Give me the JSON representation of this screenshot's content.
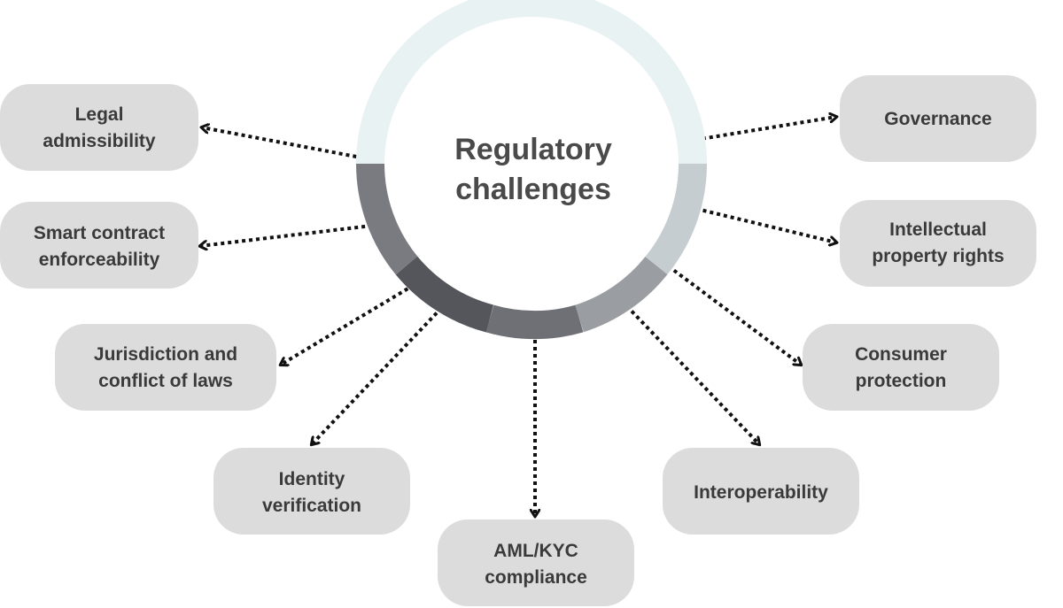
{
  "center": {
    "line1": "Regulatory",
    "line2": "challenges"
  },
  "nodes": [
    {
      "id": "legal-admissibility",
      "lines": [
        "Legal",
        "admissibility"
      ]
    },
    {
      "id": "smart-contract-enforceability",
      "lines": [
        "Smart contract",
        "enforceability"
      ]
    },
    {
      "id": "jurisdiction-conflict-of-laws",
      "lines": [
        "Jurisdiction and",
        "conflict of laws"
      ]
    },
    {
      "id": "identity-verification",
      "lines": [
        "Identity",
        "verification"
      ]
    },
    {
      "id": "aml-kyc-compliance",
      "lines": [
        "AML/KYC",
        "compliance"
      ]
    },
    {
      "id": "interoperability",
      "lines": [
        "Interoperability"
      ]
    },
    {
      "id": "consumer-protection",
      "lines": [
        "Consumer",
        "protection"
      ]
    },
    {
      "id": "intellectual-property-rights",
      "lines": [
        "Intellectual",
        "property rights"
      ]
    },
    {
      "id": "governance",
      "lines": [
        "Governance"
      ]
    }
  ],
  "colors": {
    "node_fill": "#dcdcdc",
    "ring_top": "#e8f2f3",
    "ring_segments": [
      "#7a7b80",
      "#55565b",
      "#6e7075",
      "#9a9ea3",
      "#c5cdd0"
    ],
    "arrow": "#111111"
  }
}
